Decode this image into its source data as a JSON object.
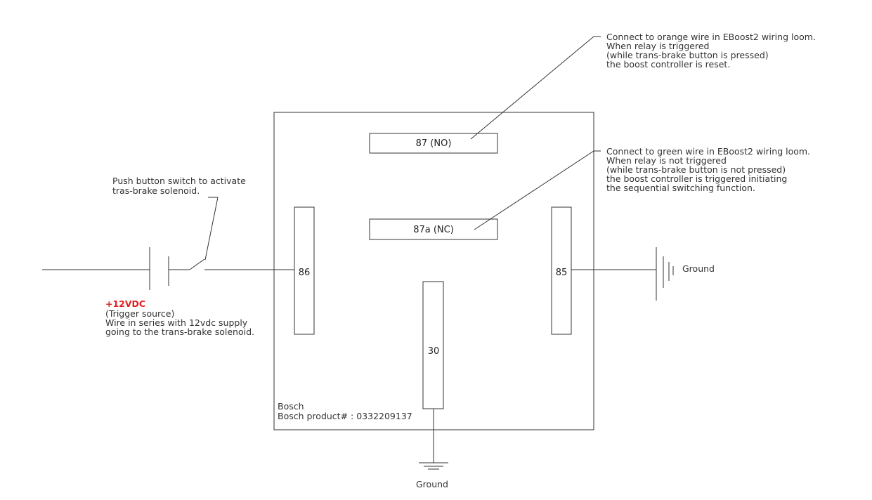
{
  "pins": {
    "p87": "87 (NO)",
    "p87a": "87a (NC)",
    "p86": "86",
    "p85": "85",
    "p30": "30"
  },
  "relay": {
    "brand": "Bosch",
    "product": "Bosch product# : 0332209137"
  },
  "notes": {
    "orange": [
      "Connect to orange wire in EBoost2 wiring loom.",
      "When relay is triggered",
      "(while trans-brake button is pressed)",
      "the boost controller is reset."
    ],
    "green": [
      "Connect to green wire in EBoost2 wiring loom.",
      "When relay is not triggered",
      "(while trans-brake button is not pressed)",
      "the boost controller is triggered initiating",
      "the sequential switching function."
    ],
    "switch": [
      "Push button switch to activate",
      "tras-brake solenoid."
    ],
    "supply_title": "+12VDC",
    "supply": [
      "(Trigger source)",
      "Wire in series with 12vdc supply",
      "going to the trans-brake solenoid."
    ]
  },
  "ground_right": "Ground",
  "ground_bottom": "Ground",
  "colors": {
    "line": "#333333",
    "supply_label": "#e02020"
  }
}
